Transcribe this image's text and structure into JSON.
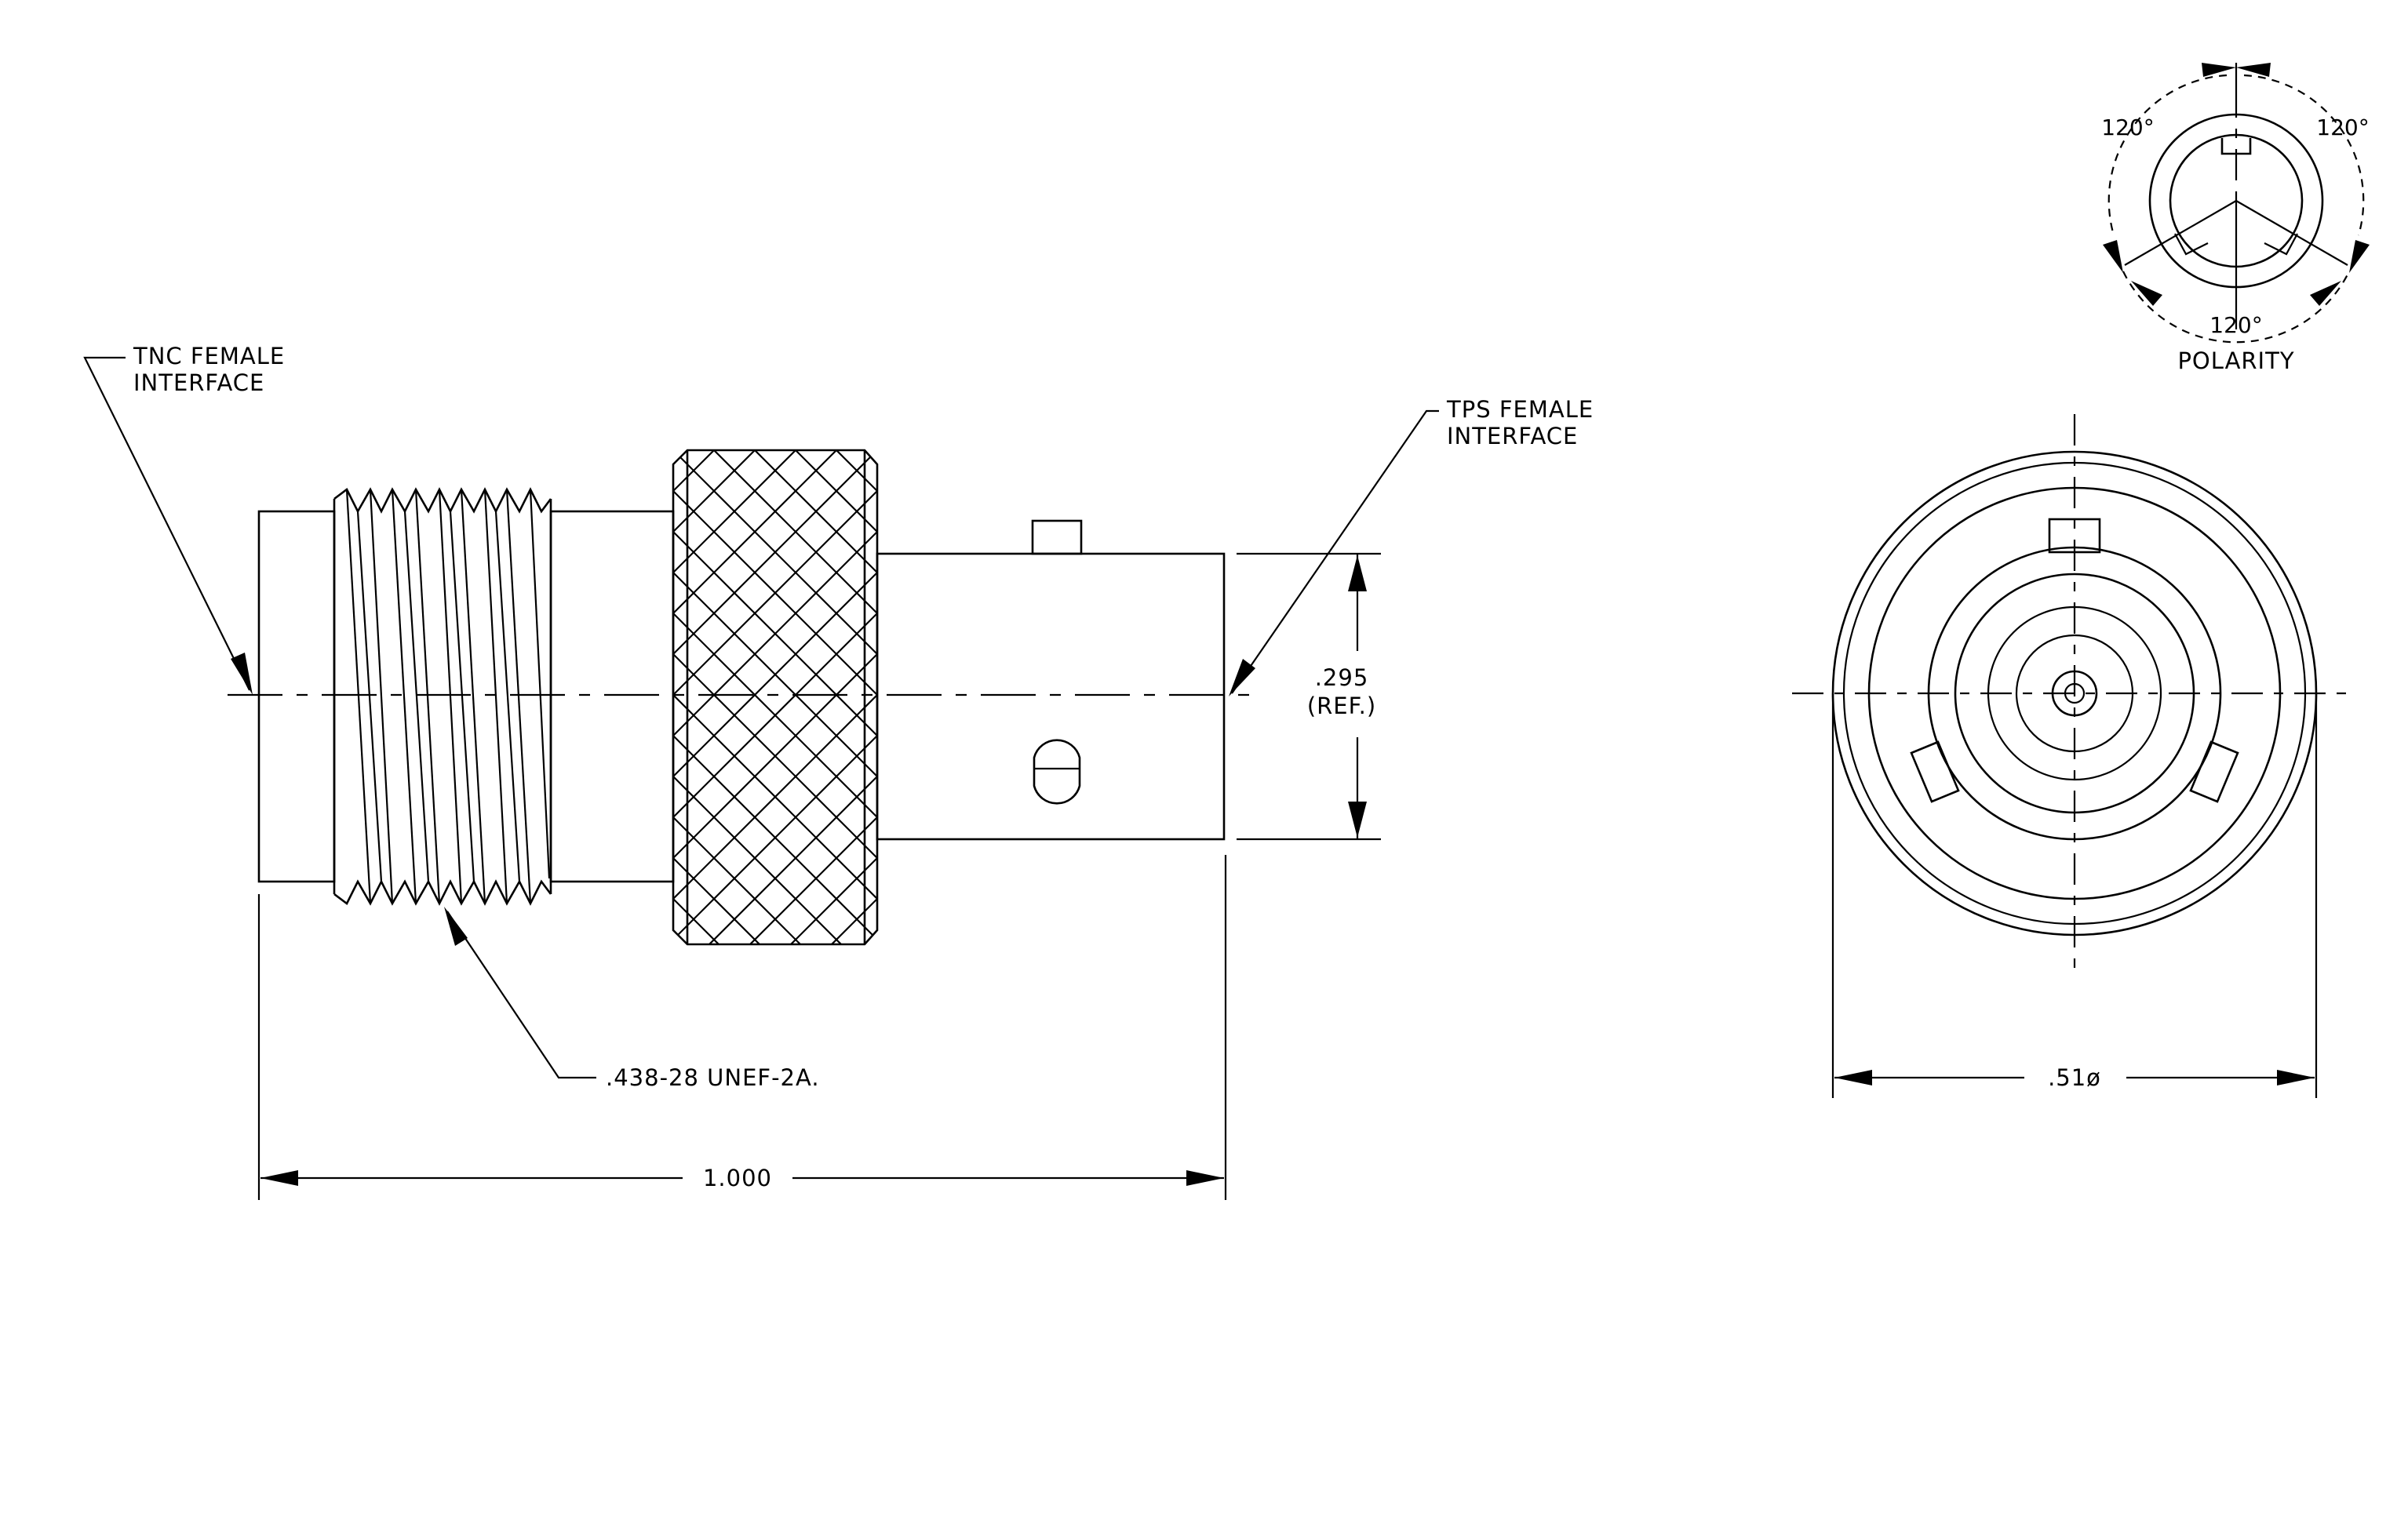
{
  "labels": {
    "tnc_line1": "TNC FEMALE",
    "tnc_line2": "INTERFACE",
    "tps_line1": "TPS FEMALE",
    "tps_line2": "INTERFACE",
    "thread": ".438-28 UNEF-2A.",
    "height_value": ".295",
    "height_ref": "(REF.)",
    "length": "1.000",
    "diameter": ".51ø",
    "angle_left": "120°",
    "angle_right": "120°",
    "angle_bottom": "120°",
    "polarity": "POLARITY"
  },
  "colors": {
    "ink": "#000000",
    "paper": "#ffffff"
  }
}
